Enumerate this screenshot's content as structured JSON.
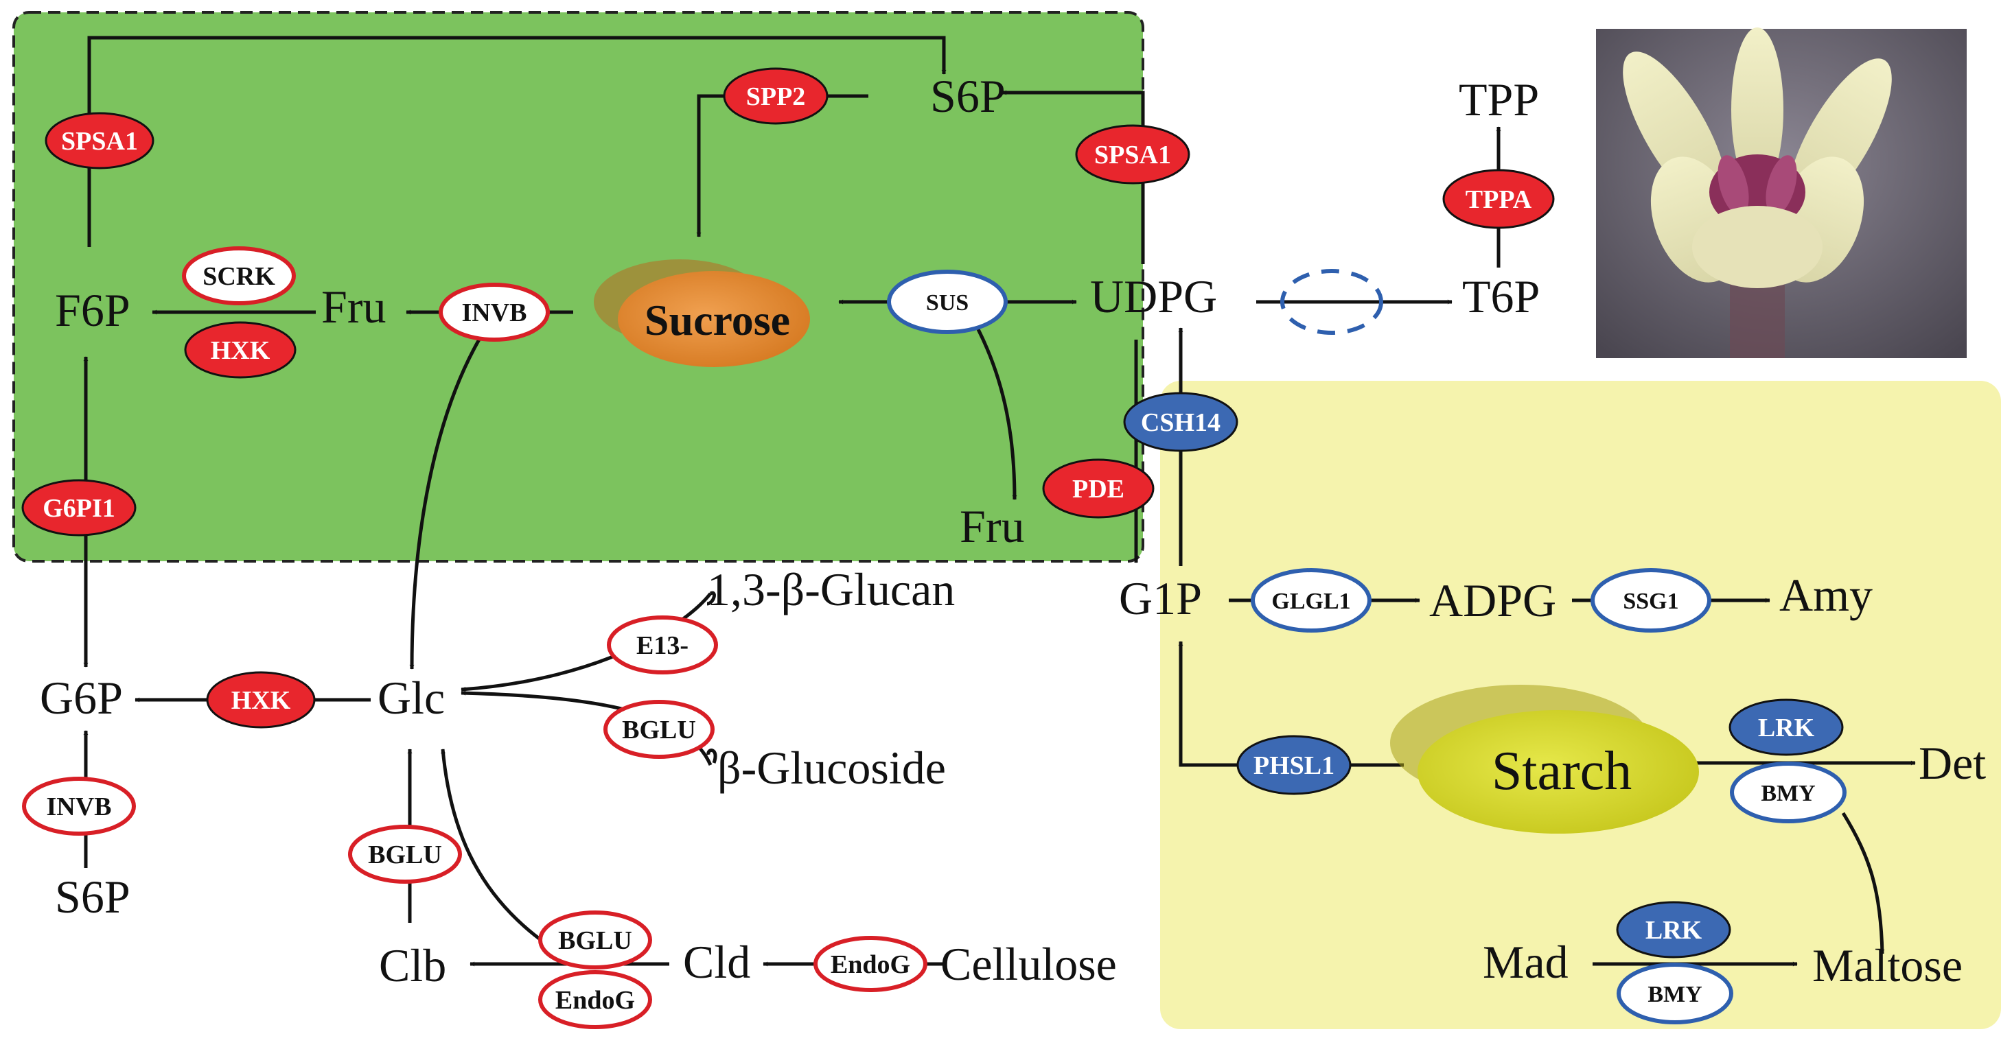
{
  "colors": {
    "green_panel": "#7cc35e",
    "yellow_panel": "#f5f3ad",
    "upregulated_fill": "#e8262d",
    "upregulated_outline": "#d81f26",
    "downregulated_fill": "#3c69b3",
    "downregulated_outline": "#2e5fae",
    "sucrose": "#e48a32",
    "starch": "#d9d92a"
  },
  "metabolites": {
    "s6p_top": "S6P",
    "f6p": "F6P",
    "fru_left": "Fru",
    "udpg": "UDPG",
    "t6p": "T6P",
    "tpp": "TPP",
    "fru_bottom": "Fru",
    "g1p": "G1P",
    "adpg": "ADPG",
    "amy": "Amy",
    "glucan": "1,3-β-Glucan",
    "g6p": "G6P",
    "glc": "Glc",
    "glucoside": "β-Glucoside",
    "s6p_bottom": "S6P",
    "clb": "Clb",
    "cld": "Cld",
    "cellulose": "Cellulose",
    "det": "Det",
    "mad": "Mad",
    "maltose": "Maltose",
    "sucrose": "Sucrose",
    "starch": "Starch"
  },
  "enzymes": {
    "spsa1_left": "SPSA1",
    "spp2": "SPP2",
    "spsa1_right": "SPSA1",
    "tppa": "TPPA",
    "scrk": "SCRK",
    "hxk_top": "HXK",
    "invb_top": "INVB",
    "sus": "SUS",
    "csh14": "CSH14",
    "pde": "PDE",
    "g6pi1": "G6PI1",
    "glgl1": "GLGL1",
    "ssg1": "SSG1",
    "e13": "E13-",
    "bglu_right": "BGLU",
    "hxk_bottom": "HXK",
    "invb_bottom": "INVB",
    "bglu_mid": "BGLU",
    "bglu_low": "BGLU",
    "endog_low": "EndoG",
    "endog_right": "EndoG",
    "phsl1": "PHSL1",
    "lrk_top": "LRK",
    "bmy_top": "BMY",
    "lrk_bottom": "LRK",
    "bmy_bottom": "BMY"
  },
  "photo": {
    "subject": "flower-photo"
  }
}
